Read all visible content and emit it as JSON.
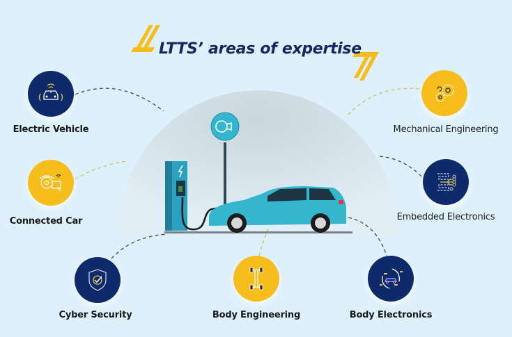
{
  "title": "LTTS’ areas of expertise",
  "colors": {
    "background": "#ddf0fb",
    "navy": "#0f2a6b",
    "gold": "#f6bd1c",
    "car_teal": "#35b6cf",
    "title_text": "#14275e"
  },
  "areas": [
    {
      "label": "Electric Vehicle",
      "icon": "connected-car-signal-icon",
      "color": "navy"
    },
    {
      "label": "Connected Car",
      "icon": "steering-touch-wifi-icon",
      "color": "gold"
    },
    {
      "label": "Cyber Security",
      "icon": "shield-check-icon",
      "color": "navy"
    },
    {
      "label": "Body Engineering",
      "icon": "chassis-axle-icon",
      "color": "gold"
    },
    {
      "label": "Body Electronics",
      "icon": "car-circuit-icon",
      "color": "navy"
    },
    {
      "label": "Embedded Electronics",
      "icon": "circuit-board-icon",
      "color": "navy"
    },
    {
      "label": "Mechanical Engineering",
      "icon": "gears-icon",
      "color": "gold"
    }
  ],
  "center_illustration": {
    "charger_icon": "lightning-bolt-icon",
    "sign_icon": "ev-plug-sign-icon"
  }
}
